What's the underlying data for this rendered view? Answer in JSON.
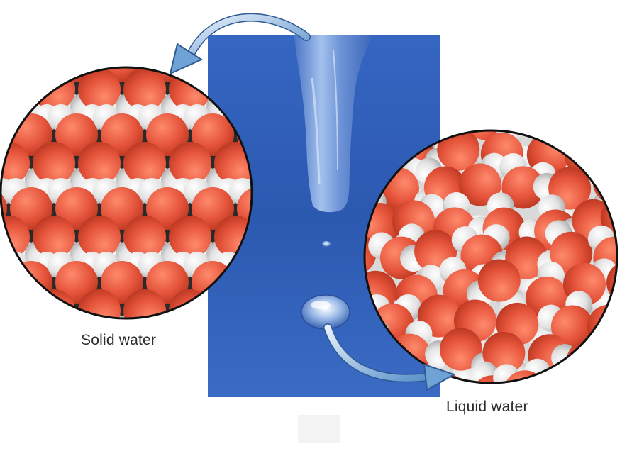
{
  "labels": {
    "solid": "Solid water",
    "liquid": "Liquid water"
  },
  "colors": {
    "background": "#ffffff",
    "photo_blue": "#2f5fb8",
    "oxygen": "#e4533a",
    "hydrogen": "#e6e6e6",
    "arrow": "#6fa3d6",
    "outline": "#111111",
    "label_text": "#2b2b2b"
  },
  "icons": [
    "icicle",
    "water-drop",
    "curved-arrow"
  ]
}
